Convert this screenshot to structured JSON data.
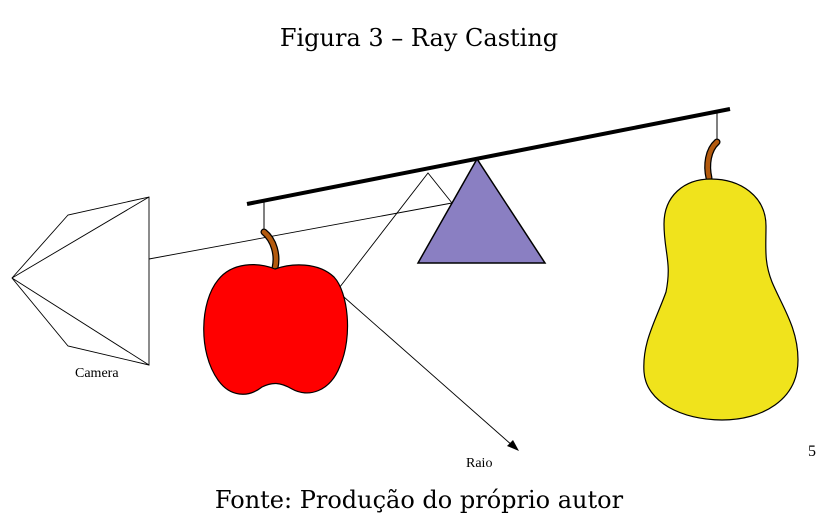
{
  "figure": {
    "title": "Figura 3 – Ray Casting",
    "source": "Fonte: Produção do próprio autor"
  },
  "labels": {
    "camera": "Camera",
    "ray": "Raio",
    "page_number": "5"
  },
  "colors": {
    "apple": "#ff0000",
    "pear": "#f0e31c",
    "triangle": "#8a7fc2",
    "stem": "#b35a0e",
    "stroke": "#000000"
  }
}
